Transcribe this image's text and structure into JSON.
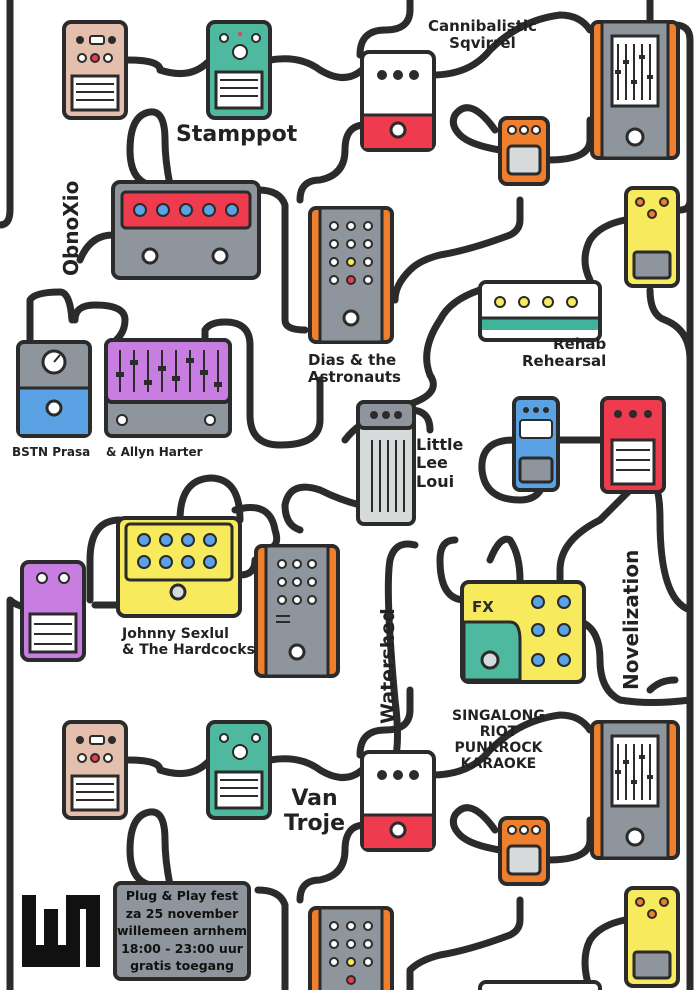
{
  "bands": {
    "cannibalistic_squirrel": "Cannibalistic\nSqvirrel",
    "stamppot": "Stamppot",
    "obnoxio": "ObnoXio",
    "rehab_rehearsal": "Rehab\nRehearsal",
    "dias": "Dias & the\nAstronauts",
    "bstn_prasa": "BSTN Prasa",
    "allyn_harter": "& Allyn Harter",
    "little_lee_loui": "Little\nLee\nLoui",
    "novelization": "Novelization",
    "johnny": "Johnny Sexlul\n& The Hardcocks",
    "watershed": "Watershed",
    "singalong": "SINGALONG\nRIOT\nPUNKROCK\nKARAOKE",
    "van_troje": "Van\nTroje"
  },
  "pedal_labels": {
    "fx": "FX"
  },
  "event": {
    "name": "Plug & Play fest",
    "date": "za 25 november",
    "venue": "willemeen arnhem",
    "time": "18:00 - 23:00 uur",
    "admission": "gratis toegang"
  },
  "colors": {
    "outline": "#2b2b2b",
    "grey": "#8e959c",
    "red": "#ef3b4e",
    "orange": "#ef7f2d",
    "yellow": "#f7ea5c",
    "teal": "#4fb9a0",
    "blue": "#5aa2e3",
    "purple": "#c77ee0",
    "pink": "#e4bfae",
    "green_teal": "#3fb49a",
    "light_grey": "#d7dadb"
  },
  "icons": [
    "logo-w1-icon",
    "effect-pedal-icon",
    "cable-icon",
    "knob-icon",
    "slider-icon",
    "footswitch-icon"
  ]
}
